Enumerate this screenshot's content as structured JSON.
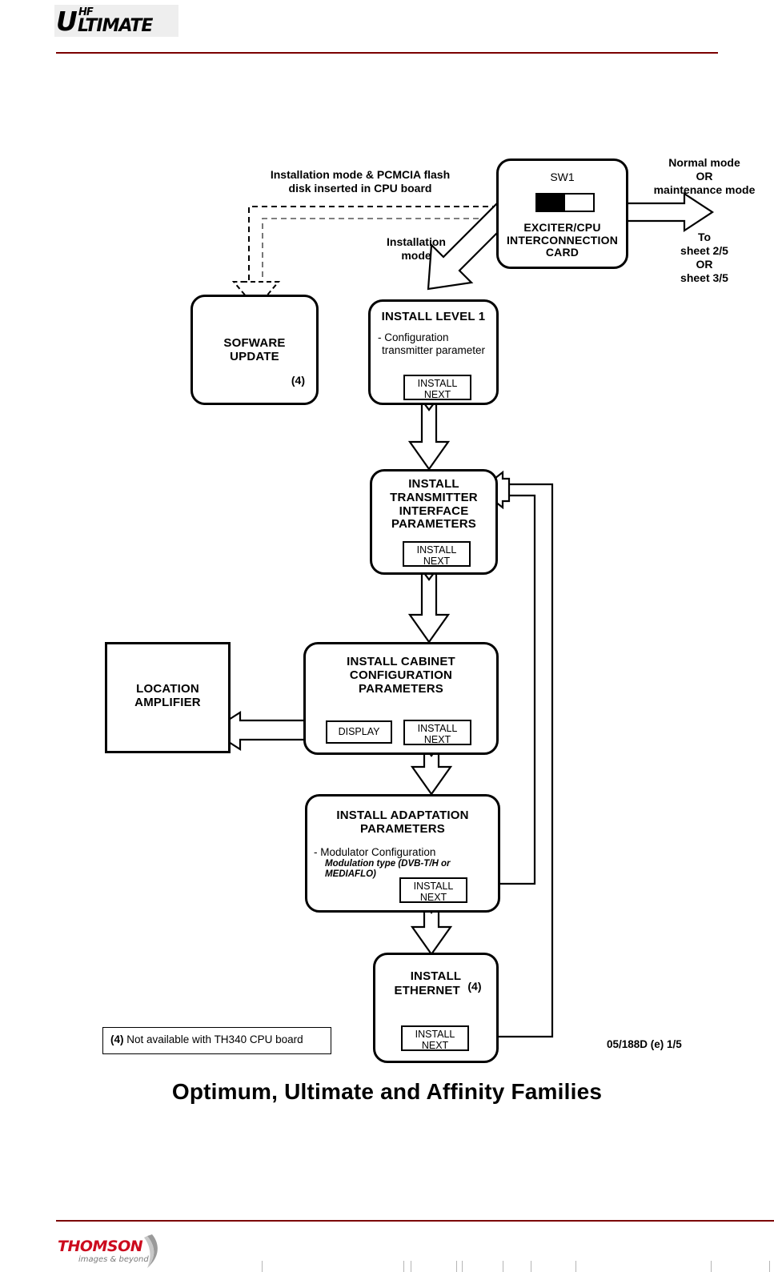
{
  "header": {
    "logo": {
      "u": "U",
      "hf": "HF",
      "ultimate": "LTIMATE"
    }
  },
  "footer": {
    "logo": {
      "name": "THOMSON",
      "tagline": "images & beyond"
    }
  },
  "diagram": {
    "labels": {
      "install_pcmcia": "Installation mode & PCMCIA flash\ndisk inserted in CPU board",
      "installation_mode": "Installation\nmode",
      "normal_or_maintenance": "Normal mode\nOR\nmaintenance mode",
      "to_sheet": "To\nsheet 2/5\nOR\nsheet 3/5"
    },
    "nodes": {
      "exciter_card": {
        "sw1": "SW1",
        "line1": "EXCITER/CPU",
        "line2": "INTERCONNECTION",
        "line3": "CARD"
      },
      "software_update": {
        "line1": "SOFWARE",
        "line2": "UPDATE",
        "marker": "(4)"
      },
      "install_level1": {
        "title": "INSTALL  LEVEL 1",
        "sub1": "- Configuration",
        "sub2": "transmitter parameter",
        "button": "INSTALL\nNEXT"
      },
      "transmitter_interface": {
        "line1": "INSTALL",
        "line2": "TRANSMITTER",
        "line3": "INTERFACE",
        "line4": "PARAMETERS",
        "button": "INSTALL\nNEXT"
      },
      "location_amplifier": {
        "line1": "LOCATION",
        "line2": "AMPLIFIER"
      },
      "cabinet_config": {
        "line1": "INSTALL CABINET",
        "line2": "CONFIGURATION",
        "line3": "PARAMETERS",
        "button_display": "DISPLAY",
        "button_next": "INSTALL\nNEXT"
      },
      "adaptation": {
        "line1": "INSTALL  ADAPTATION",
        "line2": "PARAMETERS",
        "sub1": "- Modulator Configuration",
        "sub2": "Modulation type (DVB-T/H or MEDIAFLO)",
        "button": "INSTALL\nNEXT"
      },
      "ethernet": {
        "line1": "INSTALL",
        "line2": "ETHERNET",
        "marker": "(4)",
        "button": "INSTALL\nNEXT"
      }
    },
    "note": {
      "marker": "(4)",
      "text": " Not available with TH340 CPU board"
    },
    "sheet_id": "05/188D (e) 1/5"
  },
  "bottom_title": "Optimum, Ultimate and Affinity Families",
  "colors": {
    "rule_red": "#7b0000",
    "thomson_red": "#cc0b1e",
    "stroke": "#000000"
  }
}
